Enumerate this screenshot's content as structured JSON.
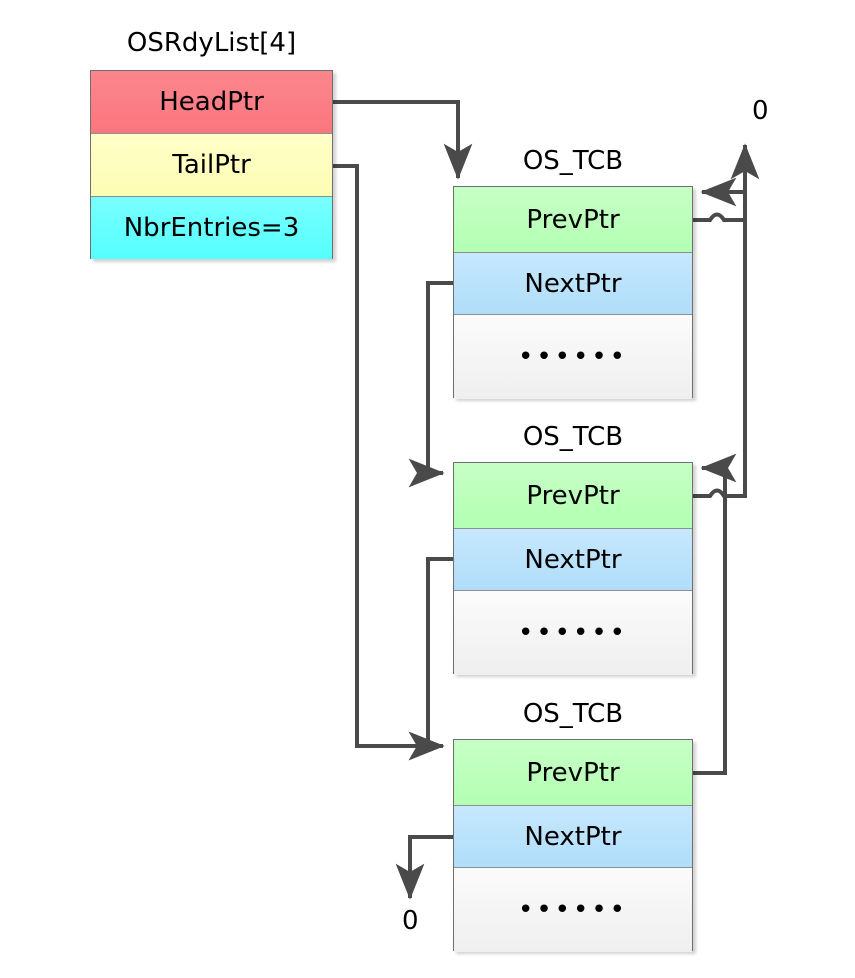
{
  "diagram": {
    "title": "OSRdyList[4] doubly linked list of OS_TCB blocks",
    "colors": {
      "head_ptr": "#fb7f86",
      "tail_ptr": "#ffffbb",
      "nbr_entries": "#66ffff",
      "prev_ptr": "#bbffbb",
      "next_ptr": "#b8e0fa",
      "dots_row": "#f2f2f2",
      "wire": "#4a4a4a",
      "border": "#6e6e6e"
    }
  },
  "ready_list": {
    "caption": "OSRdyList[4]",
    "rows": [
      {
        "label": "HeadPtr"
      },
      {
        "label": "TailPtr"
      },
      {
        "label": "NbrEntries=3"
      }
    ]
  },
  "tcbs": [
    {
      "caption": "OS_TCB",
      "rows": [
        {
          "label": "PrevPtr"
        },
        {
          "label": "NextPtr"
        },
        {
          "label": "••••••"
        }
      ]
    },
    {
      "caption": "OS_TCB",
      "rows": [
        {
          "label": "PrevPtr"
        },
        {
          "label": "NextPtr"
        },
        {
          "label": "••••••"
        }
      ]
    },
    {
      "caption": "OS_TCB",
      "rows": [
        {
          "label": "PrevPtr"
        },
        {
          "label": "NextPtr"
        },
        {
          "label": "••••••"
        }
      ]
    }
  ],
  "null_labels": {
    "top_prev_null": "0",
    "bottom_next_null": "0"
  }
}
